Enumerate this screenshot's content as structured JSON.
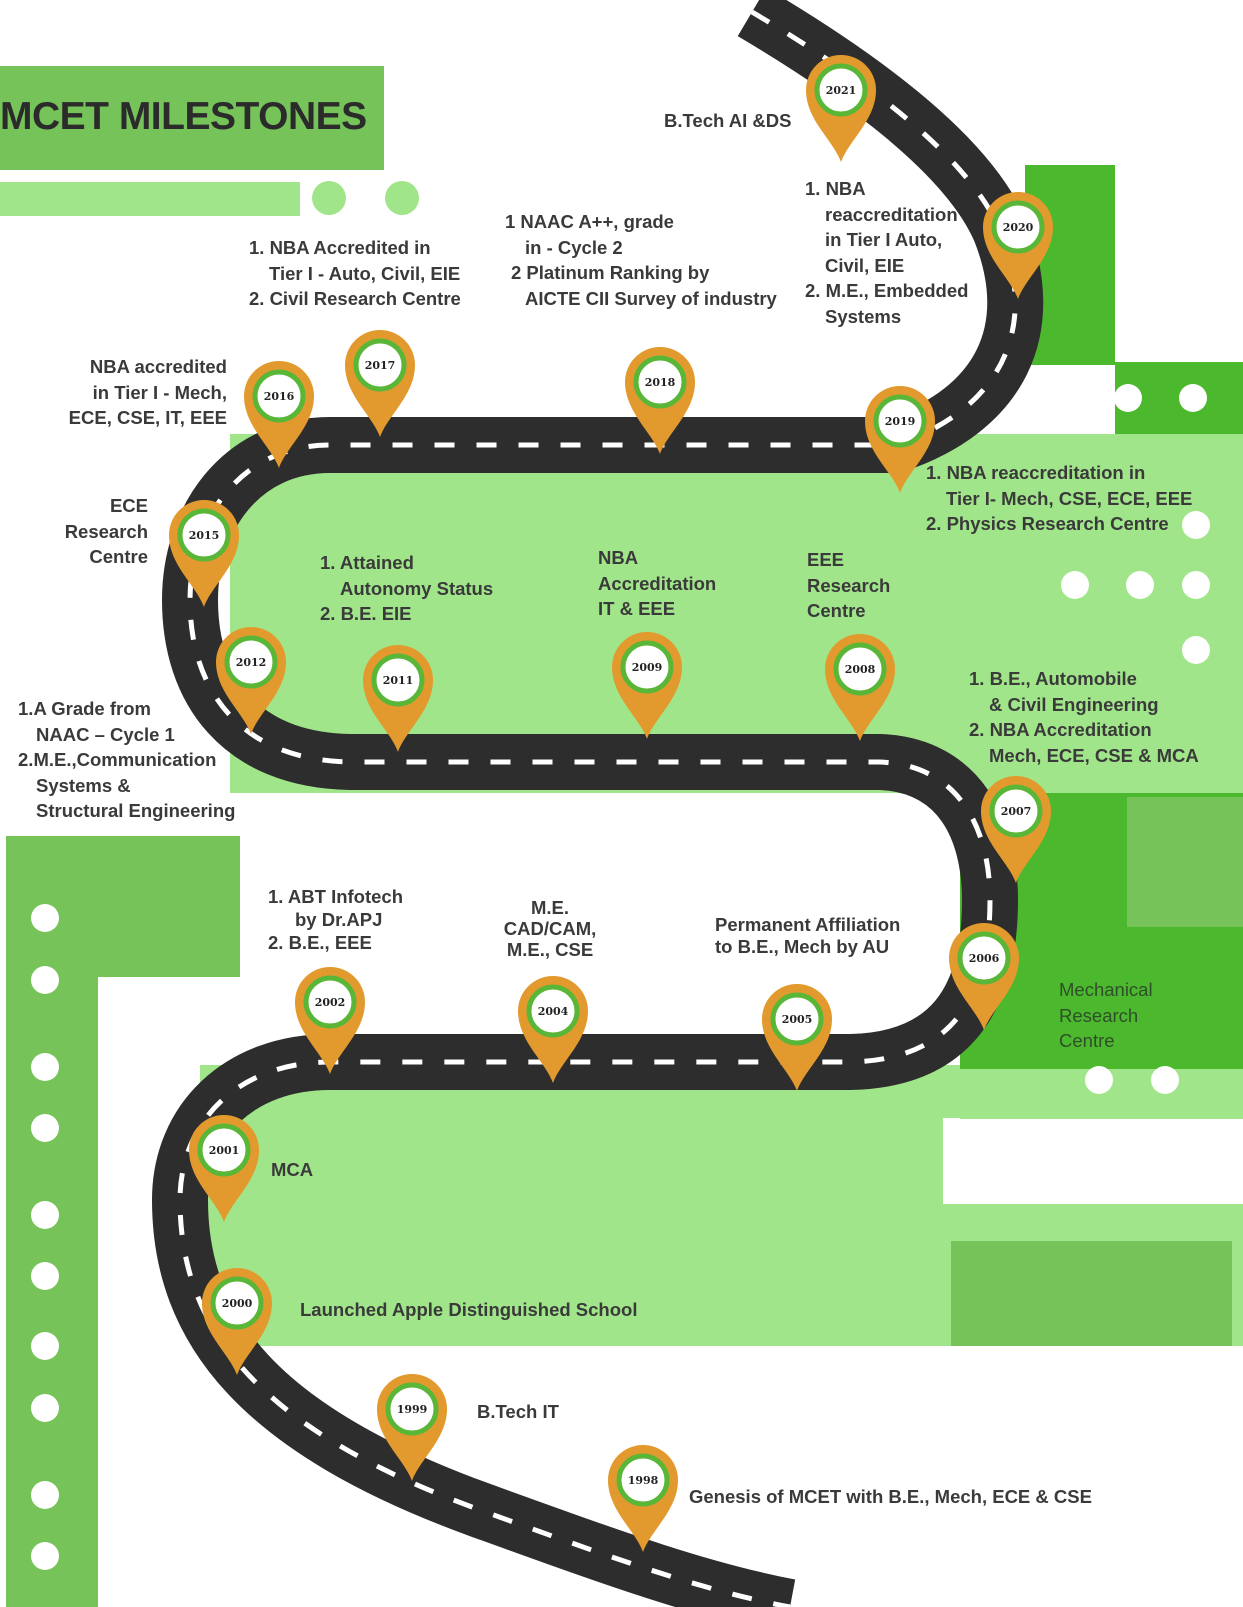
{
  "title": "MCET MILESTONES",
  "colors": {
    "bg": "#ffffff",
    "light_green": "#a1e58a",
    "mid_green": "#76c35a",
    "dark_green": "#4cb82d",
    "road": "#2d2d2d",
    "pin": "#e29a2e",
    "pin_ring": "#59b637",
    "text": "#3a3a3a"
  },
  "icons": [
    "map-pin-icon",
    "road-icon",
    "dot-icon"
  ],
  "milestones": [
    {
      "year": "2021",
      "lines": [
        "B.Tech AI &DS"
      ]
    },
    {
      "year": "2020",
      "lines": [
        "1. NBA",
        "reaccreditation",
        "in Tier I   Auto,",
        "Civil, EIE",
        "2. M.E., Embedded",
        "Systems"
      ]
    },
    {
      "year": "2018",
      "lines": [
        "1 NAAC A++,  grade",
        "in - Cycle 2",
        "2  Platinum Ranking by",
        "AICTE CII Survey of industry"
      ]
    },
    {
      "year": "2017",
      "lines": [
        "1. NBA Accredited in",
        "Tier I - Auto, Civil, EIE",
        "2. Civil Research Centre"
      ]
    },
    {
      "year": "2016",
      "lines": [
        "NBA  accredited",
        "in Tier I - Mech,",
        "ECE, CSE, IT, EEE"
      ]
    },
    {
      "year": "2019",
      "lines": [
        "1. NBA reaccreditation in",
        "Tier I- Mech, CSE, ECE, EEE",
        "2. Physics Research Centre"
      ]
    },
    {
      "year": "2015",
      "lines": [
        "ECE",
        "Research",
        "Centre"
      ]
    },
    {
      "year": "2011",
      "lines": [
        "1. Attained",
        "Autonomy Status",
        "2. B.E. EIE"
      ]
    },
    {
      "year": "2009",
      "lines": [
        "NBA",
        "Accreditation",
        "IT & EEE"
      ]
    },
    {
      "year": "2008",
      "lines": [
        "EEE",
        "Research",
        "Centre"
      ]
    },
    {
      "year": "2012",
      "lines": [
        "1.",
        "A Grade from",
        "NAAC – Cycle 1",
        "2.",
        "M.E.,Communication",
        "Systems  &",
        "Structural Engineering"
      ]
    },
    {
      "year": "2007",
      "lines": [
        "1. B.E., Automobile",
        "& Civil Engineering",
        "2. NBA Accreditation",
        "Mech, ECE, CSE & MCA"
      ]
    },
    {
      "year": "2002",
      "lines": [
        "1.",
        "ABT Infotech",
        "by Dr.APJ",
        "2. B.E., EEE"
      ]
    },
    {
      "year": "2004",
      "lines": [
        "M.E.",
        "CAD/CAM,",
        "M.E., CSE"
      ]
    },
    {
      "year": "2005",
      "lines": [
        "Permanent Affiliation",
        "to B.E., Mech by AU"
      ]
    },
    {
      "year": "2006",
      "lines": [
        "Mechanical",
        "Research",
        "Centre"
      ]
    },
    {
      "year": "2001",
      "lines": [
        "MCA"
      ]
    },
    {
      "year": "2000",
      "lines": [
        "Launched Apple Distinguished School"
      ]
    },
    {
      "year": "1999",
      "lines": [
        "B.Tech IT"
      ]
    },
    {
      "year": "1998",
      "lines": [
        "Genesis of MCET with B.E., Mech, ECE & CSE"
      ]
    }
  ]
}
